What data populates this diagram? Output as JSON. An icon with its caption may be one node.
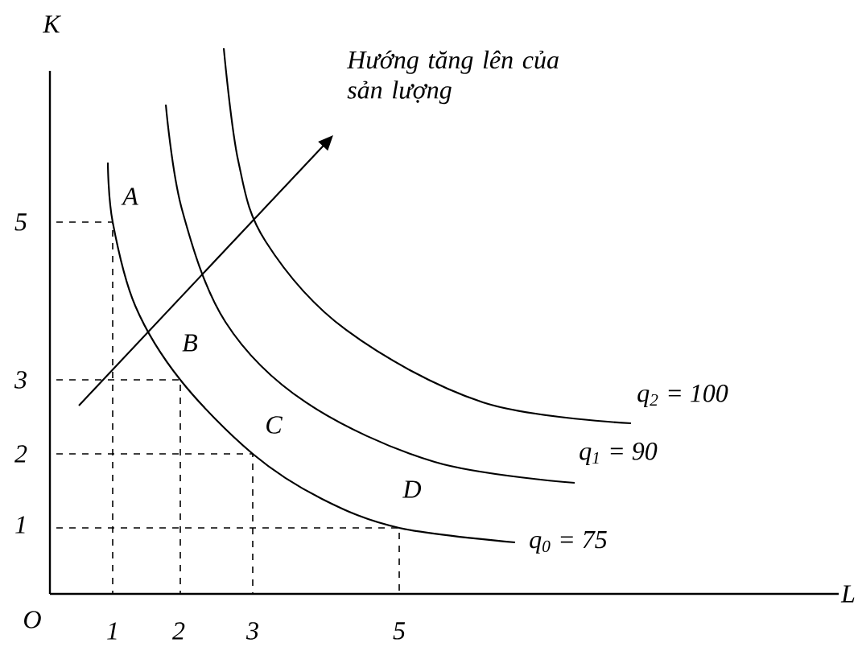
{
  "diagram": {
    "labels": [
      "K",
      "Hướng tăng lên của sản lượng",
      "A",
      "5",
      "B",
      "3",
      "C",
      "q$_{2}$ = 100",
      "2",
      "q$_{1}$ = 90",
      "D",
      "1",
      "q$_{0}$ = 75",
      "L",
      "O",
      "1",
      "2",
      "3",
      "5"
    ]
  }
}
